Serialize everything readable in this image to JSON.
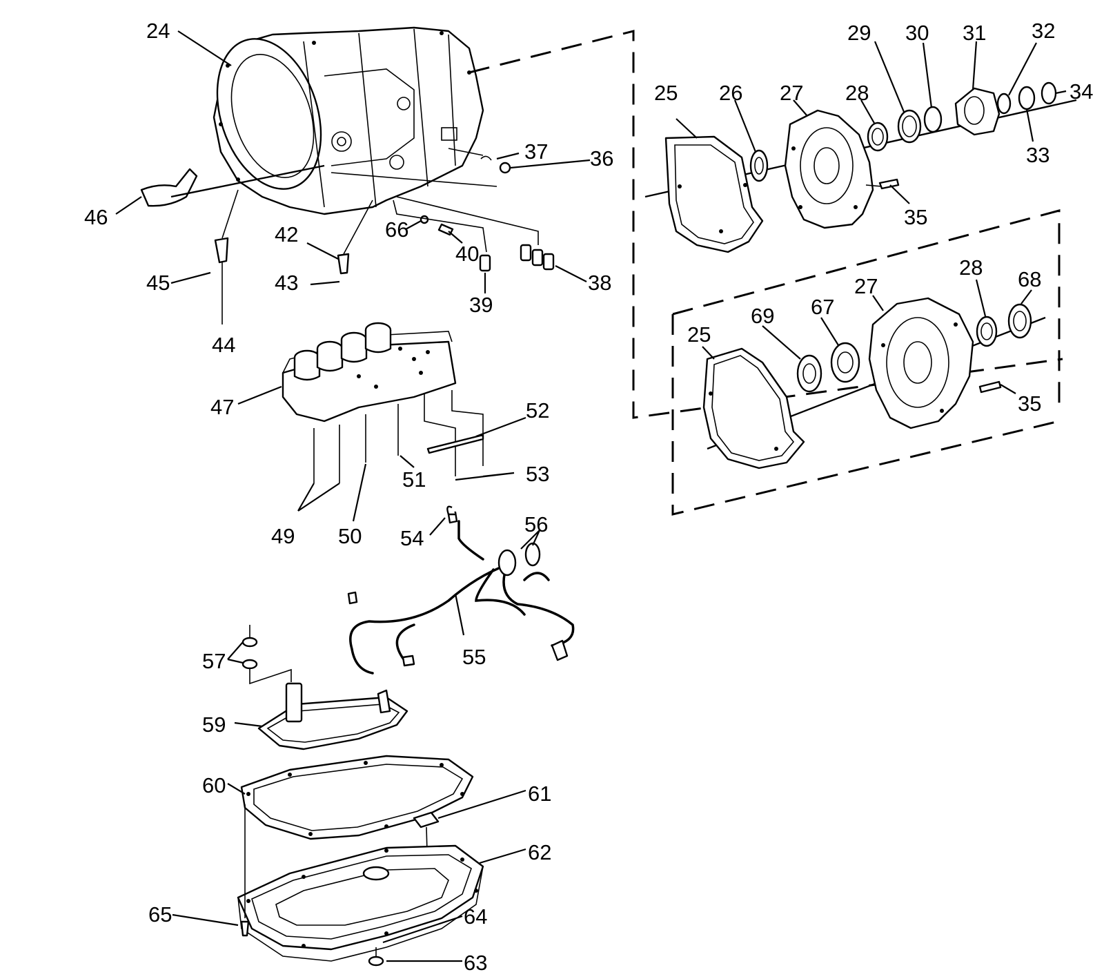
{
  "diagram": {
    "callouts": {
      "c24": "24",
      "c25a": "25",
      "c26": "26",
      "c27a": "27",
      "c28a": "28",
      "c29": "29",
      "c30": "30",
      "c31": "31",
      "c32": "32",
      "c33": "33",
      "c34": "34",
      "c35a": "35",
      "c36": "36",
      "c37": "37",
      "c38": "38",
      "c39": "39",
      "c40": "40",
      "c42": "42",
      "c43": "43",
      "c44": "44",
      "c45": "45",
      "c46": "46",
      "c66": "66",
      "c25b": "25",
      "c69": "69",
      "c67": "67",
      "c27b": "27",
      "c28b": "28",
      "c68": "68",
      "c35b": "35",
      "c47": "47",
      "c52": "52",
      "c53": "53",
      "c51": "51",
      "c49": "49",
      "c50": "50",
      "c54": "54",
      "c56": "56",
      "c55": "55",
      "c57": "57",
      "c59": "59",
      "c60": "60",
      "c61": "61",
      "c62": "62",
      "c65": "65",
      "c64": "64",
      "c63": "63"
    }
  }
}
